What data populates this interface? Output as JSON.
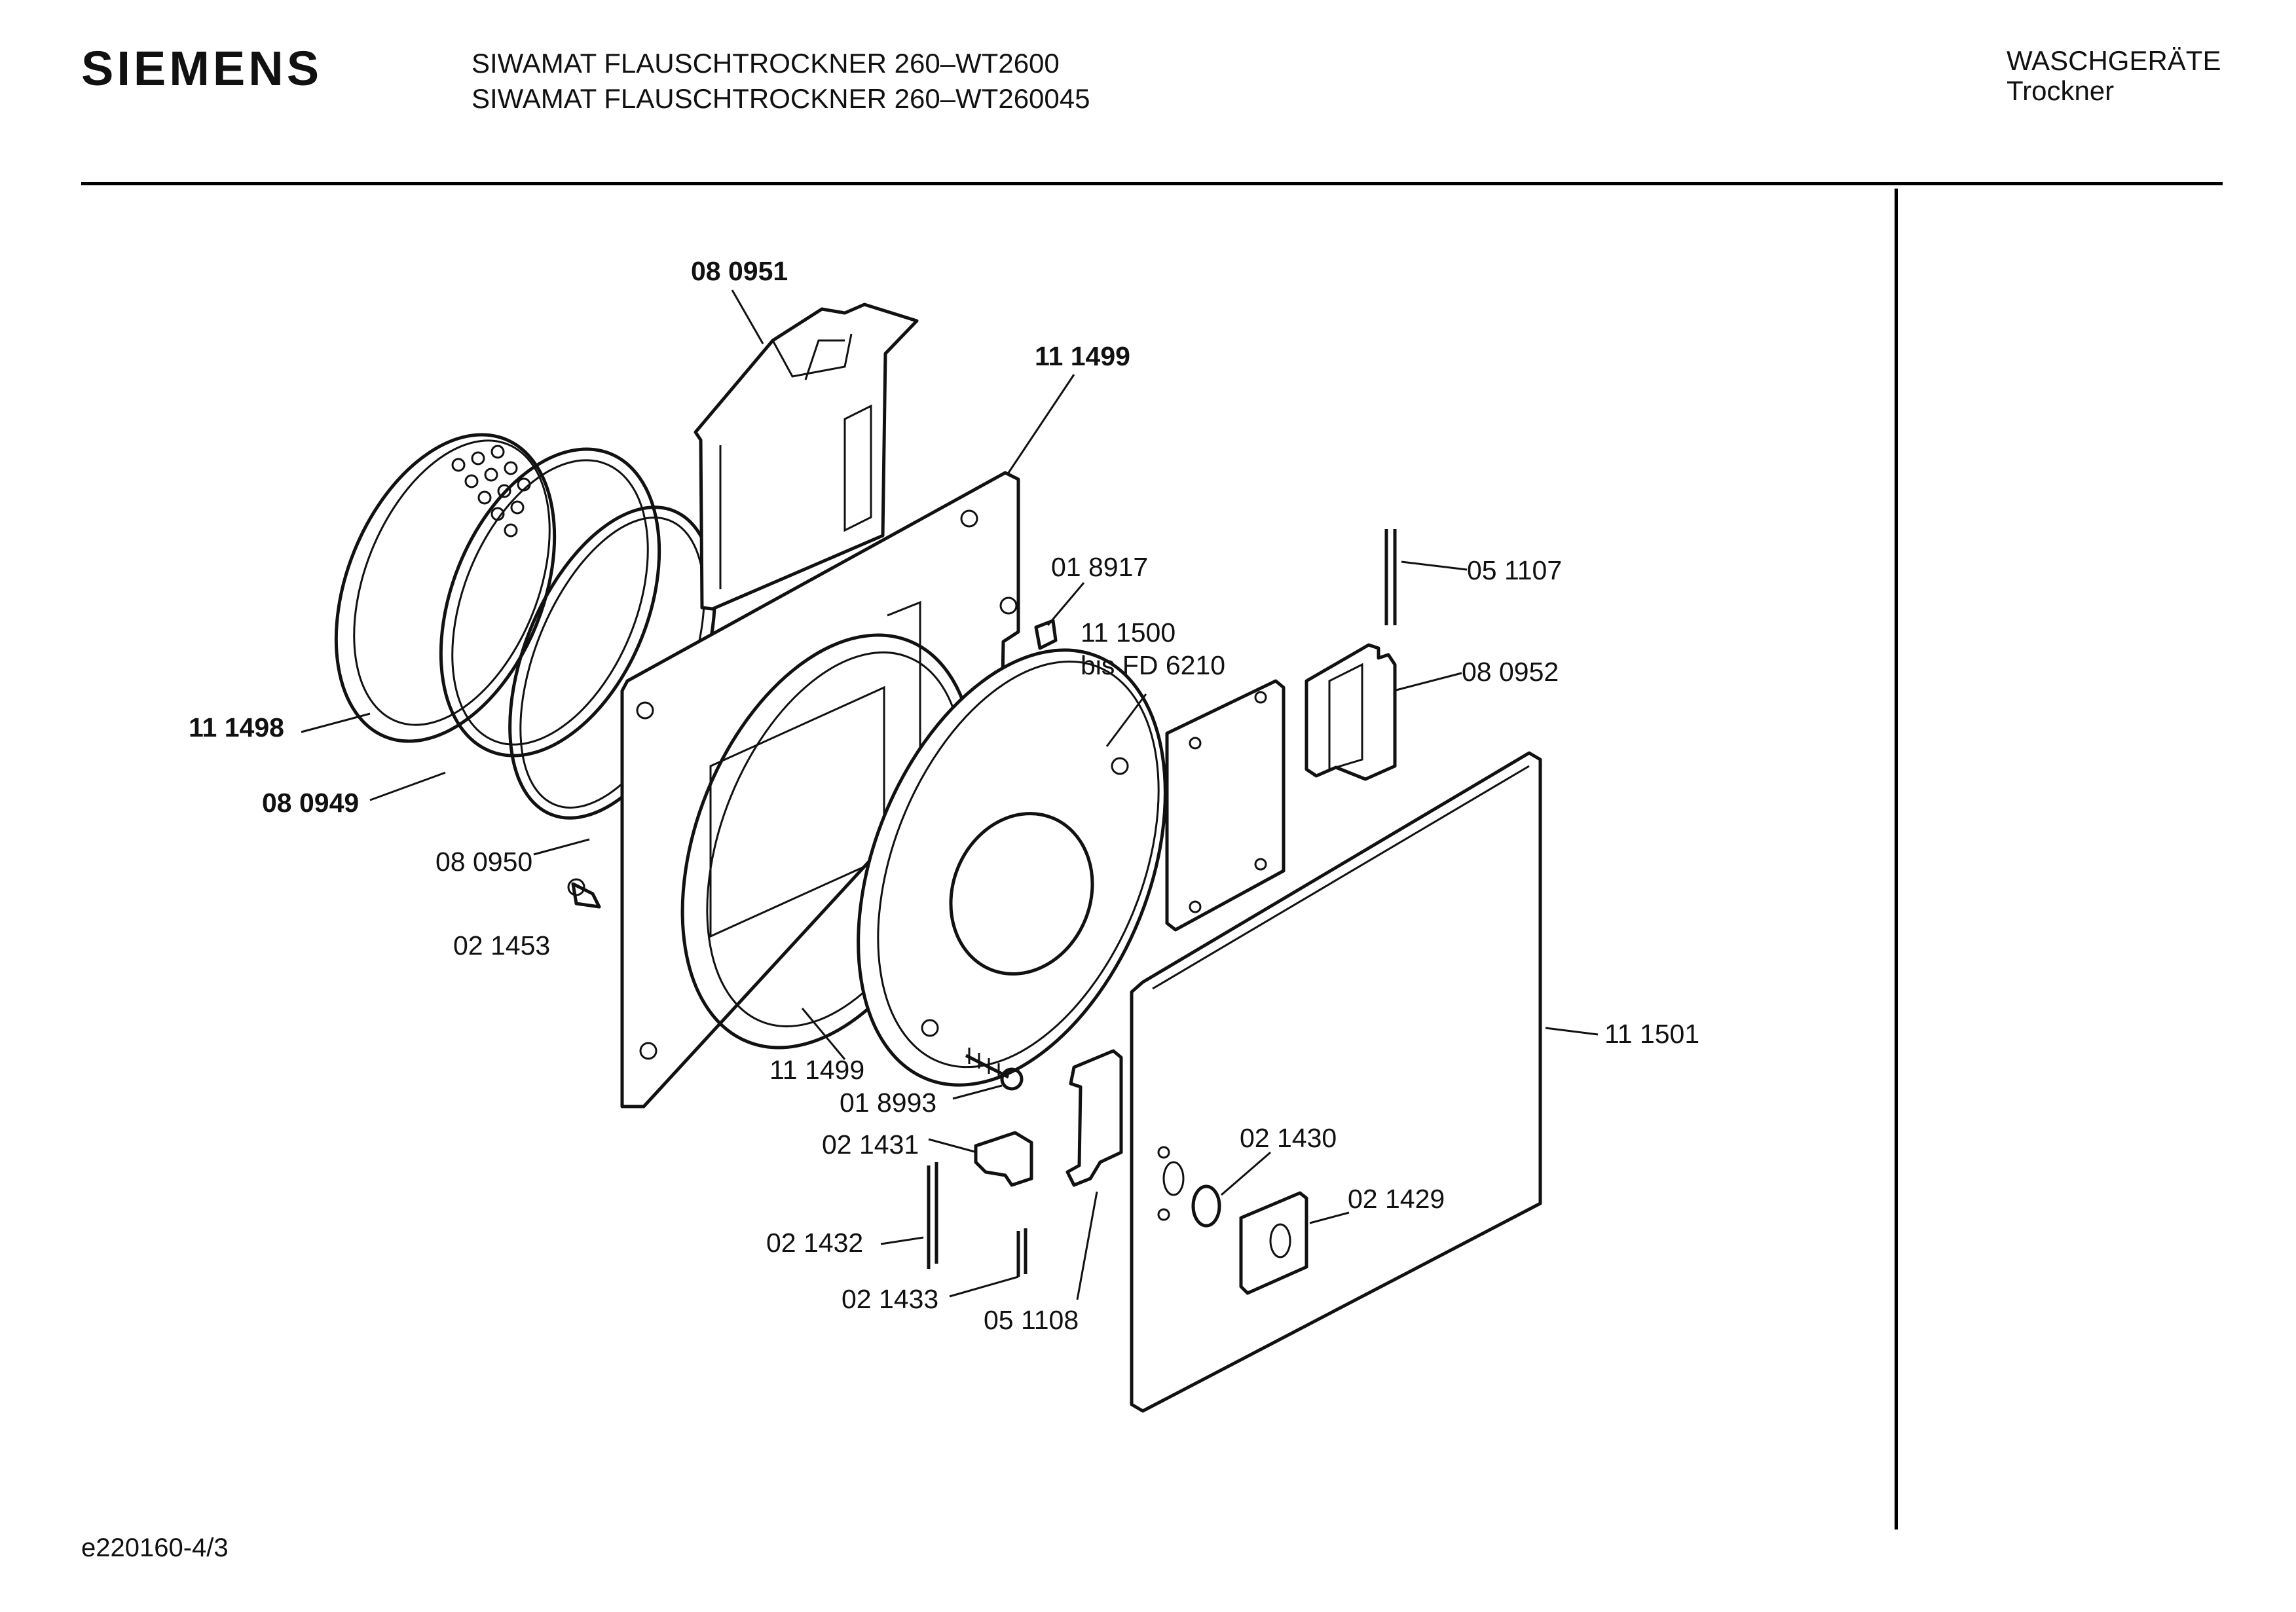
{
  "header": {
    "brand": "SIEMENS",
    "title_line1": "SIWAMAT FLAUSCHTROCKNER 260–WT2600",
    "title_line2": "SIWAMAT FLAUSCHTROCKNER 260–WT260045",
    "category_line1": "WASCHGERÄTE",
    "category_line2": "Trockner"
  },
  "footer": {
    "doc_id": "e220160-4/3"
  },
  "parts": {
    "p080951": "08 0951",
    "p111499_top": "11 1499",
    "p111498": "11 1498",
    "p080949": "08 0949",
    "p080950": "08 0950",
    "p021453": "02 1453",
    "p018917": "01 8917",
    "p111500": "11 1500",
    "p111500_note": "bis FD 6210",
    "p051107": "05 1107",
    "p080952": "08 0952",
    "p111501": "11 1501",
    "p111499_bottom": "11 1499",
    "p018993": "01 8993",
    "p021431": "02 1431",
    "p021430": "02 1430",
    "p021429": "02 1429",
    "p021432": "02 1432",
    "p021433": "02 1433",
    "p051108": "05 1108"
  }
}
